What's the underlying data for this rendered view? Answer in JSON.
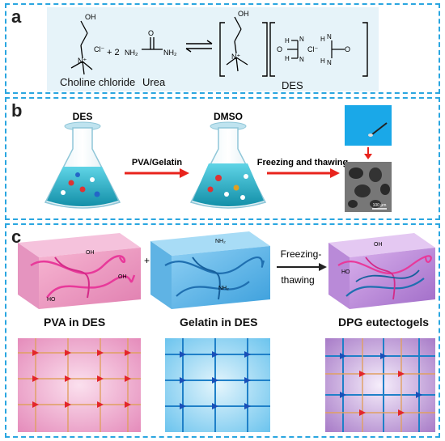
{
  "panel_a": {
    "letter": "a",
    "choline_label": "Choline chloride",
    "urea_label": "Urea",
    "des_label": "DES",
    "oh": "OH",
    "cl": "Cl⁻",
    "coef": "+ 2",
    "nh2_left": "NH₂",
    "nh2_right": "NH₂",
    "o": "O",
    "n": "N",
    "h": "H",
    "n_plus": "N⁺"
  },
  "panel_b": {
    "letter": "b",
    "flask1_label": "DES",
    "flask2_label": "DMSO",
    "arrow1_label": "PVA/Gelatin",
    "arrow2_label": "Freezing and thawing",
    "scale_text": "100 μm"
  },
  "panel_c": {
    "letter": "c",
    "plus": "+",
    "arrow_label_1": "Freezing-",
    "arrow_label_2": "thawing",
    "pva_label": "PVA in DES",
    "gelatin_label": "Gelatin in DES",
    "dpg_label": "DPG eutectogels",
    "oh": "OH",
    "ho": "HO",
    "nh2": "NH₂"
  },
  "colors": {
    "border": "#2aa6e0",
    "pva": "#e8399a",
    "gelatin": "#1f7fc4",
    "arrow": "#e8231c"
  }
}
